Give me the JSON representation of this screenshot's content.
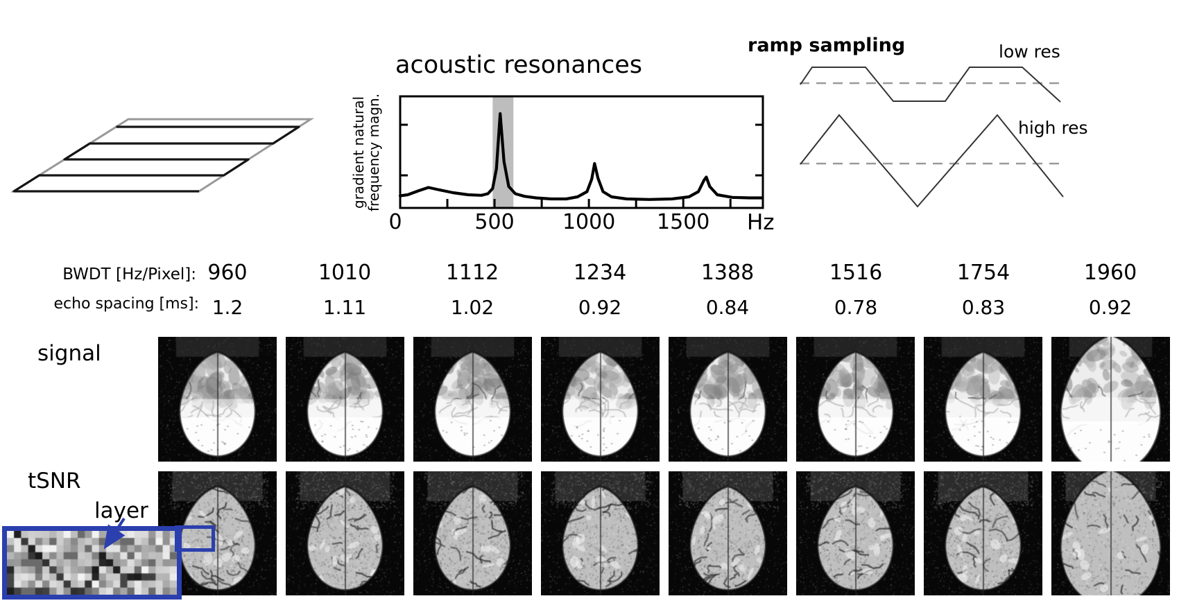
{
  "accent_color": "#2b3fae",
  "acoustic": {
    "title": "acoustic resonances",
    "ylabel_line1": "gradient natural",
    "ylabel_line2": "frequency magn.",
    "x_unit": "Hz"
  },
  "ramp": {
    "title": "ramp sampling",
    "low_label": "low res",
    "high_label": "high res"
  },
  "params": {
    "bwdt_label": "BWDT [Hz/Pixel]:",
    "bwdt_values": [
      "960",
      "1010",
      "1112",
      "1234",
      "1388",
      "1516",
      "1754",
      "1960"
    ],
    "echo_label": "echo spacing [ms]:",
    "echo_values": [
      "1.2",
      "1.11",
      "1.02",
      "0.92",
      "0.84",
      "0.78",
      "0.83",
      "0.92"
    ]
  },
  "rows": {
    "signal_label": "signal",
    "tsnr_label": "tSNR"
  },
  "inset": {
    "layer_label": "layer"
  },
  "chart_data": [
    {
      "type": "line",
      "title": "acoustic resonances",
      "xlabel": "Hz",
      "ylabel": "gradient natural frequency magn.",
      "xlim": [
        0,
        1920
      ],
      "ylim": [
        0,
        1
      ],
      "xticks": [
        0,
        500,
        1000,
        1500
      ],
      "minor_xtick_step": 250,
      "highlight_band_hz": [
        490,
        600
      ],
      "peaks_hz": [
        150,
        530,
        1030,
        1620
      ],
      "x": [
        0,
        40,
        100,
        150,
        200,
        280,
        360,
        430,
        465,
        490,
        510,
        530,
        550,
        575,
        610,
        660,
        720,
        800,
        880,
        940,
        990,
        1015,
        1030,
        1048,
        1075,
        1120,
        1200,
        1320,
        1440,
        1530,
        1580,
        1610,
        1622,
        1640,
        1680,
        1760,
        1850,
        1920
      ],
      "y": [
        0.09,
        0.1,
        0.14,
        0.17,
        0.15,
        0.12,
        0.1,
        0.095,
        0.11,
        0.16,
        0.35,
        0.88,
        0.42,
        0.18,
        0.11,
        0.085,
        0.07,
        0.06,
        0.06,
        0.08,
        0.13,
        0.25,
        0.4,
        0.26,
        0.13,
        0.08,
        0.06,
        0.055,
        0.06,
        0.08,
        0.13,
        0.24,
        0.27,
        0.18,
        0.1,
        0.075,
        0.07,
        0.07
      ]
    },
    {
      "type": "line",
      "title": "ramp sampling",
      "series": [
        {
          "name": "low res",
          "waveform": "trapezoid",
          "description": "flat-top gradient waveform crossing dashed zero line"
        },
        {
          "name": "high res",
          "waveform": "triangle",
          "description": "full-ramp triangular gradient waveform crossing dashed zero line"
        }
      ]
    }
  ]
}
